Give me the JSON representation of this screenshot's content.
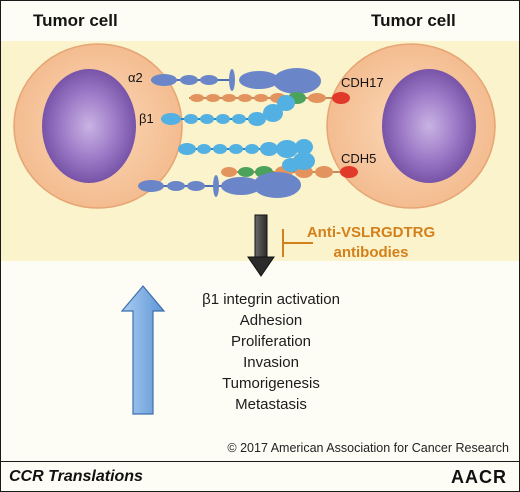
{
  "cells": {
    "left_title": "Tumor cell",
    "right_title": "Tumor cell"
  },
  "molecules": {
    "alpha2": "α2",
    "beta1": "β1",
    "cdh17": "CDH17",
    "cdh5": "CDH5"
  },
  "inhibitor": {
    "line1": "Anti-VSLRGDTRG",
    "line2": "antibodies"
  },
  "outcomes": [
    "β1 integrin activation",
    "Adhesion",
    "Proliferation",
    "Invasion",
    "Tumorigenesis",
    "Metastasis"
  ],
  "copyright": "© 2017 American Association for Cancer Research",
  "footer": {
    "journal": "CCR Translations",
    "logo": "AACR"
  },
  "colors": {
    "cell_body": "#f6c39a",
    "nucleus": "#8a63b5",
    "integrin_alpha": "#6a86c8",
    "integrin_beta": "#53b0e2",
    "cadherin_orange": "#e3935d",
    "cadherin_green": "#4aa25b",
    "cadherin_red": "#e23a2a",
    "inhibitor_orange": "#d4801a",
    "up_arrow": "#7fb1e6",
    "band": "#fbf3cc"
  }
}
